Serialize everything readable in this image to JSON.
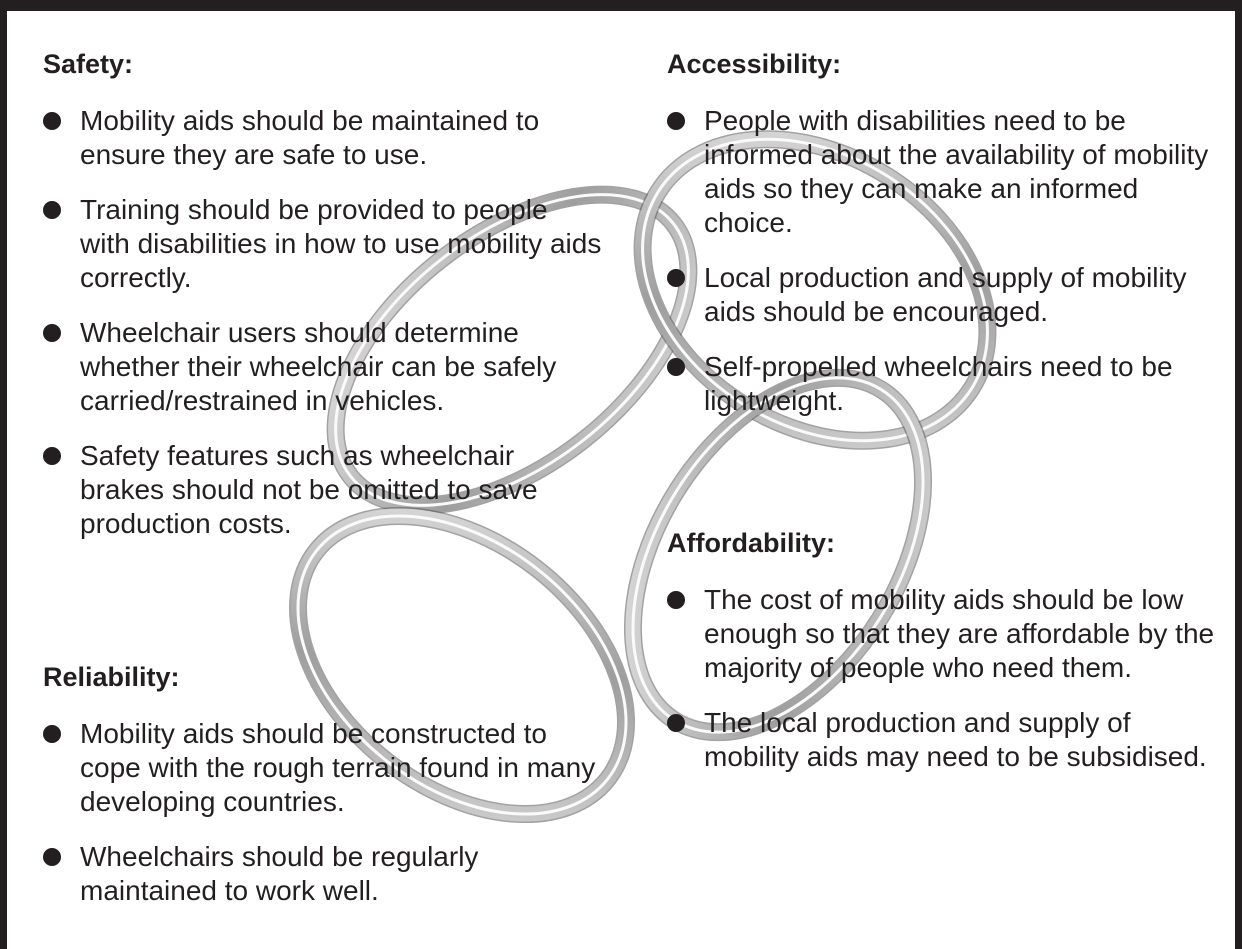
{
  "sections": {
    "safety": {
      "heading": "Safety:",
      "items": [
        "Mobility aids should be maintained to ensure they are safe to use.",
        "Training should be provided to people with disabilities in how to use mobility aids correctly.",
        "Wheelchair users should determine whether their wheelchair can be safely carried/restrained in vehicles.",
        "Safety features such as wheelchair brakes should not be omitted to save production costs."
      ]
    },
    "accessibility": {
      "heading": "Accessibility:",
      "items": [
        "People with disabilities need to be informed about the availability of mobility aids so they can make an informed choice.",
        "Local production and supply of mobility aids should be encouraged.",
        "Self-propelled wheelchairs need to be lightweight."
      ]
    },
    "affordability": {
      "heading": "Affordability:",
      "items": [
        "The cost of mobility aids should be low enough so that they are affordable by the majority of people who need them.",
        "The local production and supply of mobility aids may need to be subsidised."
      ]
    },
    "reliability": {
      "heading": "Reliability:",
      "items": [
        "Mobility aids should be constructed to cope with the rough terrain found in many developing countries.",
        "Wheelchairs should be regularly maintained to work well."
      ]
    }
  },
  "colors": {
    "text": "#231f20",
    "frame": "#231f20",
    "ring": "#b9b9b9",
    "ring_highlight": "#f2f2f2"
  }
}
